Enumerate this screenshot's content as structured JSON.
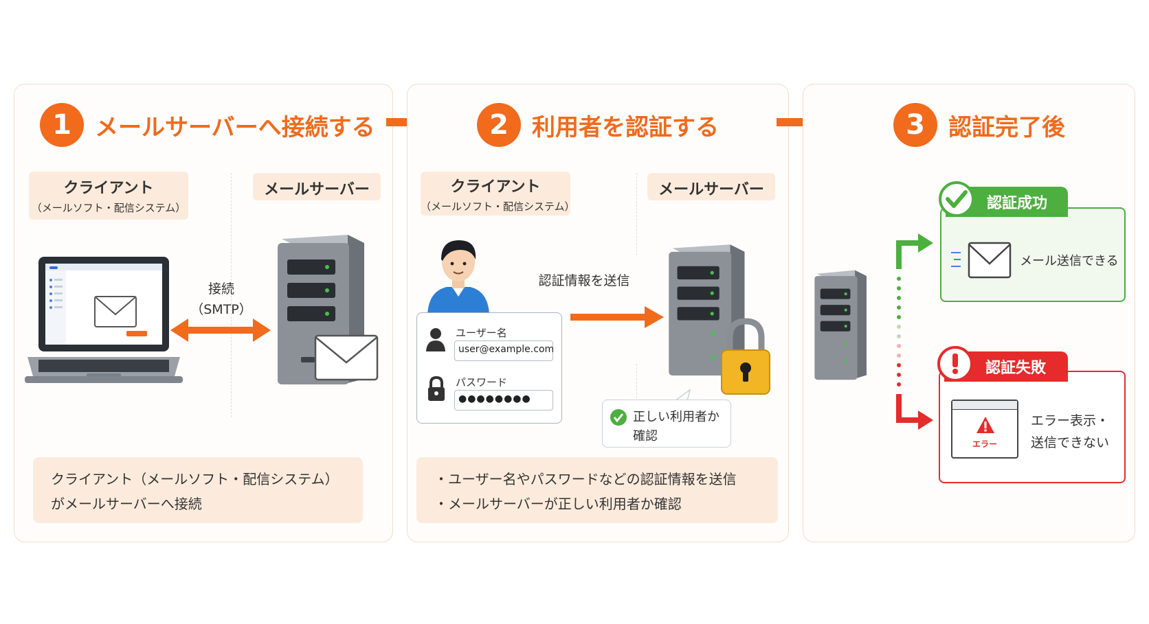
{
  "steps": [
    {
      "number": "1",
      "title": "メールサーバーへ接続する",
      "client_label": "クライアント",
      "client_sub": "（メールソフト・配信システム）",
      "server_label": "メールサーバー",
      "connection_label": "接続",
      "connection_protocol": "（SMTP）",
      "description": [
        "クライアント（メールソフト・配信システム）",
        "がメールサーバーへ接続"
      ]
    },
    {
      "number": "2",
      "title": "利用者を認証する",
      "client_label": "クライアント",
      "client_sub": "（メールソフト・配信システム）",
      "server_label": "メールサーバー",
      "send_label": "認証情報を送信",
      "form": {
        "username_label": "ユーザー名",
        "username_value": "user@example.com",
        "password_label": "パスワード",
        "password_value": "●●●●●●●●"
      },
      "verify_text": [
        "正しい利用者か",
        "確認"
      ],
      "description": [
        "・ユーザー名やパスワードなどの認証情報を送信",
        "・メールサーバーが正しい利用者か確認"
      ]
    },
    {
      "number": "3",
      "title": "認証完了後",
      "success": {
        "label": "認証成功",
        "text": "メール送信できる"
      },
      "failure": {
        "label": "認証失敗",
        "text": [
          "エラー表示・",
          "送信できない"
        ],
        "window_label": "エラー"
      }
    }
  ],
  "colors": {
    "accent": "#f26a1b",
    "label_bg": "#fcebdc",
    "success": "#4caf3f",
    "failure": "#e52b2b",
    "laptop_accent": "#2f6fe0"
  },
  "icons": [
    "laptop-icon",
    "server-icon",
    "envelope-icon",
    "user-avatar-icon",
    "user-icon",
    "lock-icon",
    "padlock-icon",
    "check-circle-icon",
    "exclamation-icon",
    "warning-icon",
    "arrow-icon"
  ]
}
